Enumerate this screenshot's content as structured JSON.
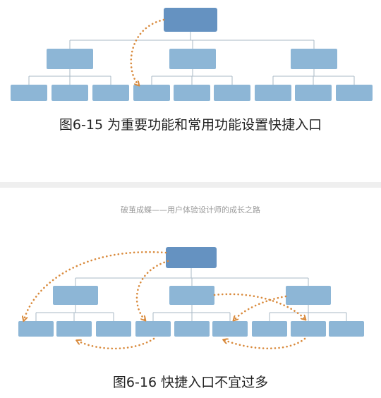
{
  "figures": [
    {
      "caption": "图6-15 为重要功能和常用功能设置快捷入口",
      "colors": {
        "root": "#6592c1",
        "level1": "#8db6d6",
        "level2": "#8db6d6",
        "connector": "#a9b8c6",
        "arrow": "#d98a3c"
      },
      "tree": {
        "root": 1,
        "level1": 3,
        "level2_per_parent": 3
      },
      "shortcuts": [
        {
          "from": "root",
          "to": "child-2-1"
        }
      ]
    },
    {
      "caption": "图6-16 快捷入口不宜过多",
      "colors": {
        "root": "#6592c1",
        "level1": "#8db6d6",
        "level2": "#8db6d6",
        "connector": "#a9b8c6",
        "arrow": "#d98a3c"
      },
      "tree": {
        "root": 1,
        "level1": 3,
        "level2_per_parent": 3
      },
      "shortcuts": [
        {
          "from": "root",
          "to": "child-1-1"
        },
        {
          "from": "root",
          "to": "child-2-1"
        },
        {
          "from": "child-2-1",
          "to": "child-1-2"
        },
        {
          "from": "level1-2",
          "to": "child-3-2"
        },
        {
          "from": "level1-3",
          "to": "child-2-3"
        },
        {
          "from": "child-3-2",
          "to": "child-2-3"
        }
      ]
    }
  ],
  "page_header": "破茧成蝶——用户体验设计师的成长之路"
}
